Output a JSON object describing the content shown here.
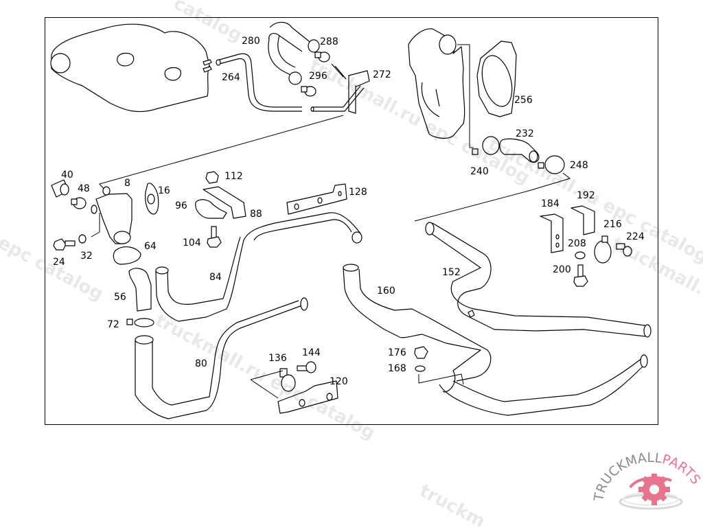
{
  "diagram": {
    "title": "Coolant hoses and lines exploded view",
    "callouts": [
      {
        "id": "280",
        "label": "280"
      },
      {
        "id": "288",
        "label": "288"
      },
      {
        "id": "264",
        "label": "264"
      },
      {
        "id": "296",
        "label": "296"
      },
      {
        "id": "272",
        "label": "272"
      },
      {
        "id": "256",
        "label": "256"
      },
      {
        "id": "232",
        "label": "232"
      },
      {
        "id": "240",
        "label": "240"
      },
      {
        "id": "248",
        "label": "248"
      },
      {
        "id": "40",
        "label": "40"
      },
      {
        "id": "48",
        "label": "48"
      },
      {
        "id": "8",
        "label": "8"
      },
      {
        "id": "16",
        "label": "16"
      },
      {
        "id": "112",
        "label": "112"
      },
      {
        "id": "96",
        "label": "96"
      },
      {
        "id": "88",
        "label": "88"
      },
      {
        "id": "128",
        "label": "128"
      },
      {
        "id": "184",
        "label": "184"
      },
      {
        "id": "192",
        "label": "192"
      },
      {
        "id": "216",
        "label": "216"
      },
      {
        "id": "224",
        "label": "224"
      },
      {
        "id": "208",
        "label": "208"
      },
      {
        "id": "200",
        "label": "200"
      },
      {
        "id": "104",
        "label": "104"
      },
      {
        "id": "24",
        "label": "24"
      },
      {
        "id": "32",
        "label": "32"
      },
      {
        "id": "64",
        "label": "64"
      },
      {
        "id": "84",
        "label": "84"
      },
      {
        "id": "152",
        "label": "152"
      },
      {
        "id": "56",
        "label": "56"
      },
      {
        "id": "160",
        "label": "160"
      },
      {
        "id": "72",
        "label": "72"
      },
      {
        "id": "80",
        "label": "80"
      },
      {
        "id": "136",
        "label": "136"
      },
      {
        "id": "144",
        "label": "144"
      },
      {
        "id": "176",
        "label": "176"
      },
      {
        "id": "168",
        "label": "168"
      },
      {
        "id": "120",
        "label": "120"
      }
    ]
  },
  "watermarks": [
    "catalog",
    "truckmall.ru epc catalog",
    "l epc catalog",
    "truckmall.ru epc catalog",
    "truckmall.ru e",
    "truckmall.ru epc catalog",
    "truckm"
  ],
  "logo": {
    "text_dark": "TRUCKMALL",
    "text_accent": "PARTS",
    "accent_color": "#e8738f",
    "dark_color": "#8a8a8a"
  }
}
